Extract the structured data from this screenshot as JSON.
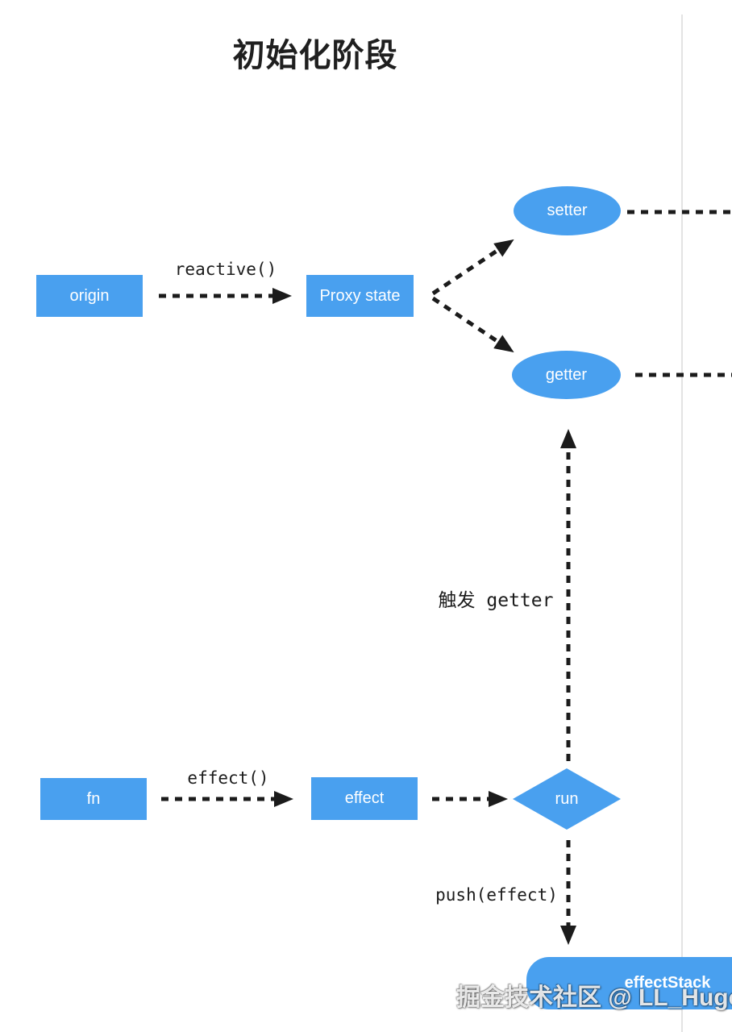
{
  "title": "初始化阶段",
  "colors": {
    "node_blue": "#49a0ef",
    "node_text": "#ffffff",
    "arrow_black": "#1b1b1b",
    "label_text": "#1c1c1c",
    "divider_gray": "#e3e3e3"
  },
  "nodes": {
    "origin": {
      "label": "origin",
      "shape": "rectangle"
    },
    "proxy_state": {
      "label": "Proxy state",
      "shape": "rectangle"
    },
    "setter": {
      "label": "setter",
      "shape": "ellipse"
    },
    "getter": {
      "label": "getter",
      "shape": "ellipse"
    },
    "fn": {
      "label": "fn",
      "shape": "rectangle"
    },
    "effect": {
      "label": "effect",
      "shape": "rectangle"
    },
    "run": {
      "label": "run",
      "shape": "diamond"
    },
    "effect_stack": {
      "label": "effectStack",
      "shape": "rounded-rectangle"
    }
  },
  "edge_labels": {
    "reactive_call": "reactive()",
    "effect_call": "effect()",
    "trigger_getter": "触发 getter",
    "push_effect": "push(effect)"
  },
  "edges": [
    {
      "from": "origin",
      "to": "proxy_state",
      "label": "reactive()",
      "style": "dashed-arrow"
    },
    {
      "from": "proxy_state",
      "to": "setter",
      "label": "",
      "style": "dashed-arrow"
    },
    {
      "from": "proxy_state",
      "to": "getter",
      "label": "",
      "style": "dashed-arrow"
    },
    {
      "from": "setter",
      "to": "offscreen-right",
      "label": "",
      "style": "dashed"
    },
    {
      "from": "getter",
      "to": "offscreen-right",
      "label": "",
      "style": "dashed"
    },
    {
      "from": "run",
      "to": "getter",
      "label": "触发 getter",
      "style": "dashed-arrow"
    },
    {
      "from": "fn",
      "to": "effect",
      "label": "effect()",
      "style": "dashed-arrow"
    },
    {
      "from": "effect",
      "to": "run",
      "label": "",
      "style": "dashed-arrow"
    },
    {
      "from": "run",
      "to": "effect_stack",
      "label": "push(effect)",
      "style": "dashed-arrow"
    }
  ],
  "watermark": "掘金技术社区 @ LL_Hugo"
}
